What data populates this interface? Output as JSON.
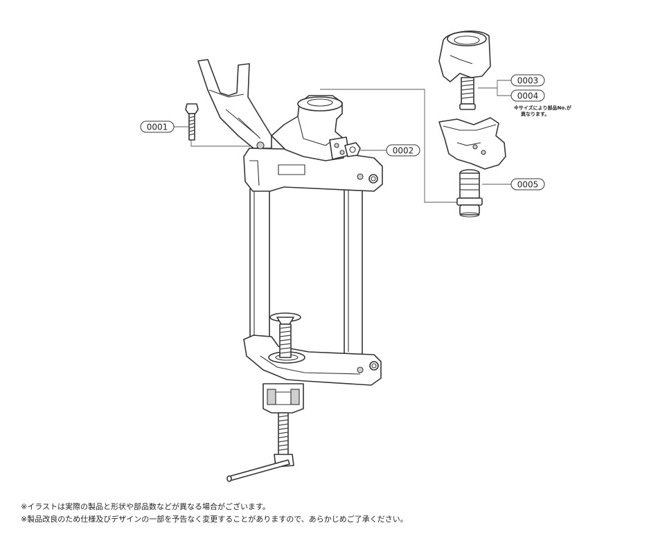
{
  "parts": [
    {
      "id": "0001"
    },
    {
      "id": "0002"
    },
    {
      "id": "0003"
    },
    {
      "id": "0004"
    },
    {
      "id": "0005"
    }
  ],
  "size_note": {
    "line1": "※サイズにより部品No.が",
    "line2": "異なります。"
  },
  "footer": {
    "line1": "※イラストは実際の製品と形状や部品数などが異なる場合がございます。",
    "line2": "※製品改良のため仕様及びデザインの一部を予告なく変更することがありますので、あらかじめご了承ください。"
  }
}
